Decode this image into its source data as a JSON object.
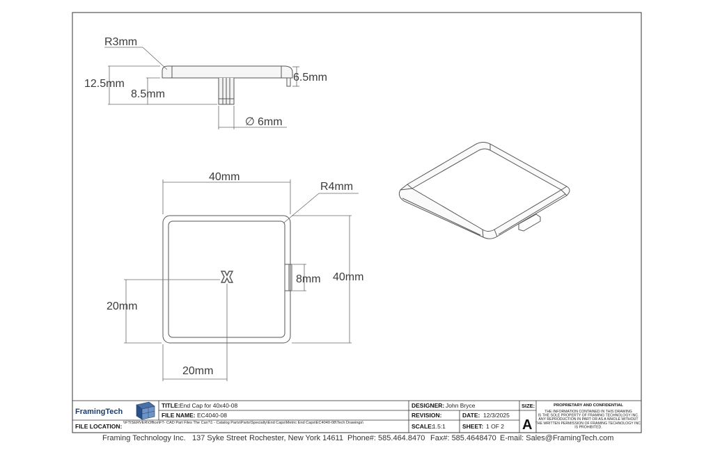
{
  "dimensions": {
    "radius_top": "R3mm",
    "height_total": "12.5mm",
    "stem_offset": "8.5mm",
    "lip_height": "6.5mm",
    "stem_diameter": "6mm",
    "diameter_symbol": "∅",
    "width": "40mm",
    "corner_radius": "R4mm",
    "height": "40mm",
    "tab_width": "8mm",
    "center_y": "20mm",
    "center_x": "20mm"
  },
  "title_block": {
    "company": "FramingTech",
    "title_label": "TITLE:",
    "title_value": "End Cap for 40x40-08",
    "file_name_label": "FILE NAME:",
    "file_name_value": "EC4040-08",
    "file_location_label": "FILE LOCATION:",
    "file_location_value": "\\\\FTISERVER\\Office\\FT- CAD Part Files The Can\"\\1 - Catalog Parts\\Parts\\Specialty\\End Caps\\Metric End Caps\\EC4040-08\\Tech Drawings\\",
    "designer_label": "DESIGNER:",
    "designer_value": "John Bryce",
    "revision_label": "REVISION:",
    "revision_value": "",
    "date_label": "DATE:",
    "date_value": "12/3/2025",
    "scale_label": "SCALE:",
    "scale_value": "1.5:1",
    "sheet_label": "SHEET:",
    "sheet_value": "1 OF 2",
    "size_label": "SIZE:",
    "size_value": "A",
    "proprietary_title": "PROPRIETARY AND CONFIDENTIAL",
    "proprietary_lines": [
      "THE INFORMATION CONTAINED IN THIS DRAWING",
      "IS THE SOLE PROPERTY OF FRAMING TECHNOLOGY INC.",
      "ANY REPRODUCTION IN PART OR AS A WHOLE WITHOUT",
      "THE WRITTEN PERMISSION OF FRAMING TECHNOLOGY INC.",
      "IS PROHIBITED."
    ]
  },
  "footer": {
    "company": "Framing Technology Inc.",
    "street": "137 Syke Street",
    "city": "Rochester, New York 14611",
    "phone": "Phone#:  585.464.8470",
    "fax": "Fax#:  585.4648470",
    "email": "E-mail: Sales@FramingTech.com"
  }
}
